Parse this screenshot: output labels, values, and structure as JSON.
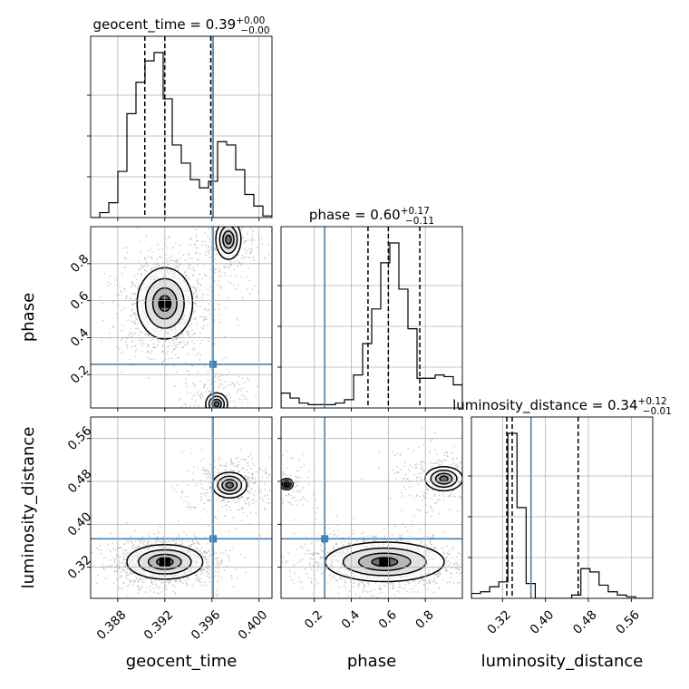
{
  "chart_data": {
    "type": "corner",
    "parameters": [
      "geocent_time",
      "phase",
      "luminosity_distance"
    ],
    "titles": [
      {
        "name": "geocent_time",
        "median": "0.39",
        "plus": "+0.00",
        "minus": "−0.00"
      },
      {
        "name": "phase",
        "median": "0.60",
        "plus": "+0.17",
        "minus": "−0.11"
      },
      {
        "name": "luminosity_distance",
        "median": "0.34",
        "plus": "+0.12",
        "minus": "−0.01"
      }
    ],
    "axis_labels": [
      "geocent_time",
      "phase",
      "luminosity_distance"
    ],
    "ranges": {
      "geocent_time": [
        0.3857,
        0.4011
      ],
      "phase": [
        0.02,
        1.0
      ],
      "luminosity_distance": [
        0.262,
        0.6
      ]
    },
    "tick_values": {
      "geocent_time": [
        0.388,
        0.392,
        0.396,
        0.4
      ],
      "phase": [
        0.2,
        0.4,
        0.6,
        0.8
      ],
      "luminosity_distance": [
        0.32,
        0.4,
        0.48,
        0.56
      ]
    },
    "tick_labels": {
      "geocent_time": [
        "0.388",
        "0.392",
        "0.396",
        "0.400"
      ],
      "phase": [
        "0.2",
        "0.4",
        "0.6",
        "0.8"
      ],
      "luminosity_distance": [
        "0.32",
        "0.40",
        "0.48",
        "0.56"
      ]
    },
    "truths": {
      "geocent_time": 0.3961,
      "phase": 0.256,
      "luminosity_distance": 0.373
    },
    "quantiles": {
      "geocent_time": [
        0.3903,
        0.392,
        0.3959
      ],
      "phase": [
        0.49,
        0.6,
        0.77
      ],
      "luminosity_distance": [
        0.328,
        0.338,
        0.461
      ]
    },
    "histograms": {
      "geocent_time": {
        "edges": [
          0.3857,
          0.38647,
          0.38724,
          0.38801,
          0.38878,
          0.38955,
          0.39032,
          0.39109,
          0.39186,
          0.39263,
          0.3934,
          0.39417,
          0.39494,
          0.39571,
          0.39648,
          0.39725,
          0.39802,
          0.39879,
          0.39956,
          0.40033,
          0.4011
        ],
        "counts": [
          0,
          0.03,
          0.09,
          0.28,
          0.63,
          0.82,
          0.95,
          1.0,
          0.72,
          0.44,
          0.33,
          0.23,
          0.18,
          0.22,
          0.46,
          0.44,
          0.29,
          0.14,
          0.07,
          0.01
        ]
      },
      "phase": {
        "edges": [
          0.02,
          0.069,
          0.118,
          0.167,
          0.216,
          0.265,
          0.314,
          0.363,
          0.412,
          0.461,
          0.51,
          0.559,
          0.608,
          0.657,
          0.706,
          0.755,
          0.804,
          0.853,
          0.902,
          0.951,
          1.0
        ],
        "counts": [
          0.09,
          0.06,
          0.03,
          0.02,
          0.02,
          0.02,
          0.03,
          0.05,
          0.2,
          0.39,
          0.6,
          0.88,
          1.0,
          0.72,
          0.48,
          0.18,
          0.18,
          0.2,
          0.19,
          0.14
        ]
      },
      "luminosity_distance": {
        "edges": [
          0.262,
          0.279,
          0.296,
          0.313,
          0.33,
          0.347,
          0.364,
          0.381,
          0.398,
          0.415,
          0.432,
          0.449,
          0.466,
          0.483,
          0.5,
          0.517,
          0.534,
          0.551,
          0.568,
          0.585,
          0.6
        ],
        "counts": [
          0.03,
          0.04,
          0.07,
          0.1,
          1.0,
          0.55,
          0.09,
          0.0,
          0.0,
          0.0,
          0.0,
          0.02,
          0.18,
          0.16,
          0.08,
          0.04,
          0.02,
          0.01,
          0.0,
          0.0
        ]
      }
    },
    "densities": {
      "phase_vs_geocent_time": [
        {
          "x": 0.392,
          "y": 0.585,
          "sx": 0.0011,
          "sy": 0.09,
          "weight": 0.65
        },
        {
          "x": 0.3974,
          "y": 0.93,
          "sx": 0.0009,
          "sy": 0.09,
          "weight": 0.2
        },
        {
          "x": 0.3964,
          "y": 0.04,
          "sx": 0.0009,
          "sy": 0.06,
          "weight": 0.15
        }
      ],
      "luminosity_distance_vs_geocent_time": [
        {
          "x": 0.392,
          "y": 0.33,
          "sx": 0.0014,
          "sy": 0.014,
          "weight": 0.75
        },
        {
          "x": 0.3975,
          "y": 0.473,
          "sx": 0.0011,
          "sy": 0.018,
          "weight": 0.25
        }
      ],
      "luminosity_distance_vs_phase": [
        {
          "x": 0.58,
          "y": 0.33,
          "sx": 0.14,
          "sy": 0.016,
          "weight": 0.75
        },
        {
          "x": 0.9,
          "y": 0.485,
          "sx": 0.09,
          "sy": 0.02,
          "weight": 0.18
        },
        {
          "x": 0.05,
          "y": 0.475,
          "sx": 0.05,
          "sy": 0.015,
          "weight": 0.07
        }
      ]
    },
    "colors": {
      "truth": "#4682b4",
      "quantile": "#000000",
      "hist": "#000000",
      "contour": "#000000",
      "points": "#9a9a9a",
      "grid": "#b0b0b0"
    }
  }
}
